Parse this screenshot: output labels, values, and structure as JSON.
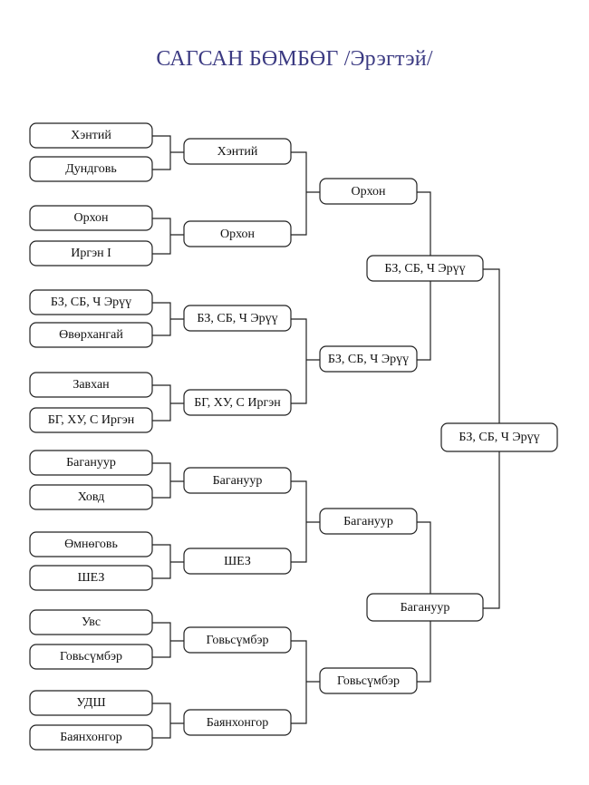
{
  "title": "САГСАН БӨМБӨГ /Эрэгтэй/",
  "round1": [
    "Хэнтий",
    "Дундговь",
    "Орхон",
    "Иргэн I",
    "БЗ, СБ, Ч Эрүү",
    "Өвөрхангай",
    "Завхан",
    "БГ, ХУ, С Иргэн",
    "Багануур",
    "Ховд",
    "Өмнөговь",
    "ШЕЗ",
    "Увс",
    "Говьсүмбэр",
    "УДШ",
    "Баянхонгор"
  ],
  "round2": [
    "Хэнтий",
    "Орхон",
    "БЗ, СБ, Ч Эрүү",
    "БГ, ХУ, С Иргэн",
    "Багануур",
    "ШЕЗ",
    "Говьсүмбэр",
    "Баянхонгор"
  ],
  "round3": [
    "Орхон",
    "БЗ, СБ, Ч Эрүү",
    "Багануур",
    "Говьсүмбэр"
  ],
  "semifinal": [
    "БЗ, СБ, Ч Эрүү",
    "Багануур"
  ],
  "final": "БЗ, СБ, Ч Эрүү"
}
